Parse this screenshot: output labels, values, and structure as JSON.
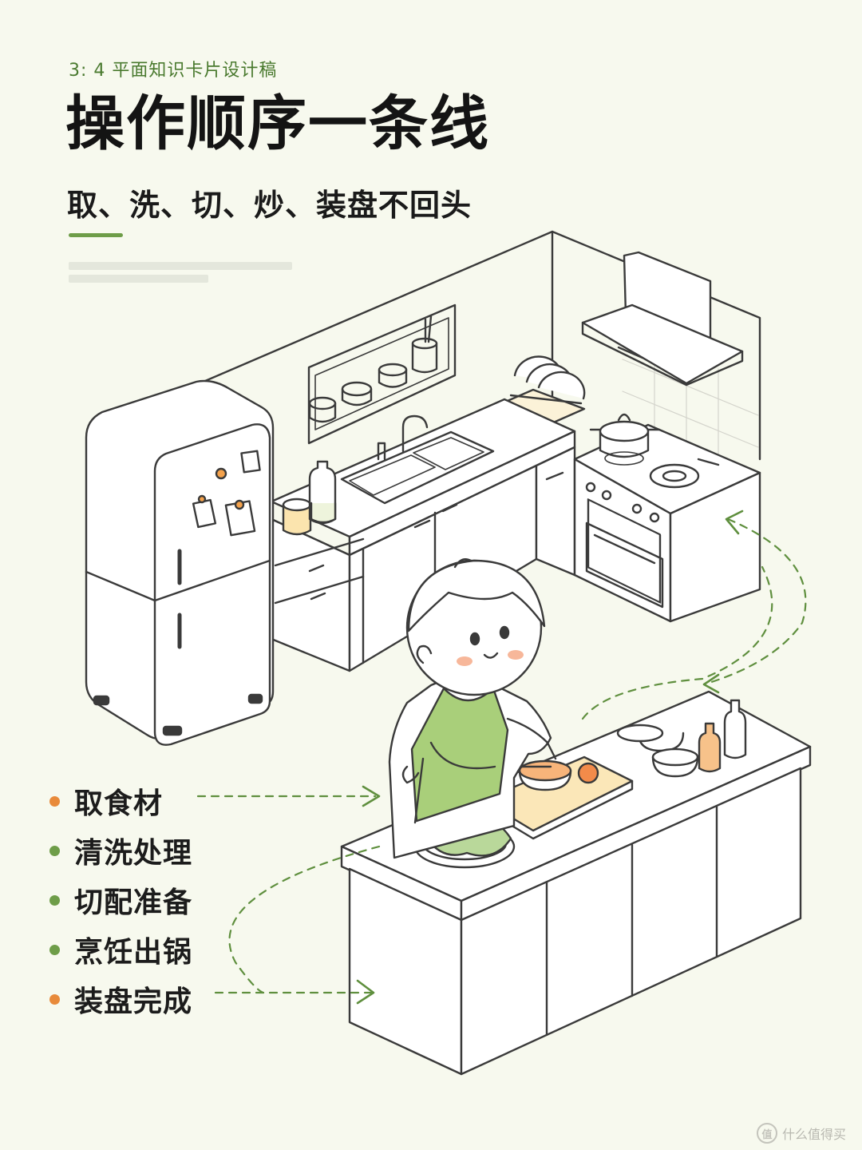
{
  "header": {
    "eyebrow": "3: 4 平面知识卡片设计稿",
    "title": "操作顺序一条线",
    "subtitle": "取、洗、切、炒、装盘不回头"
  },
  "steps": [
    {
      "label": "取食材",
      "dot_color": "#e88a3a"
    },
    {
      "label": "清洗处理",
      "dot_color": "#6e9d48"
    },
    {
      "label": "切配准备",
      "dot_color": "#6e9d48"
    },
    {
      "label": "烹饪出锅",
      "dot_color": "#6e9d48"
    },
    {
      "label": "装盘完成",
      "dot_color": "#e88a3a"
    }
  ],
  "watermark": {
    "text": "什么值得买",
    "badge": "值"
  },
  "colors": {
    "accent": "#6e9d48",
    "orange": "#e88a3a",
    "line": "#3a3a3a"
  }
}
